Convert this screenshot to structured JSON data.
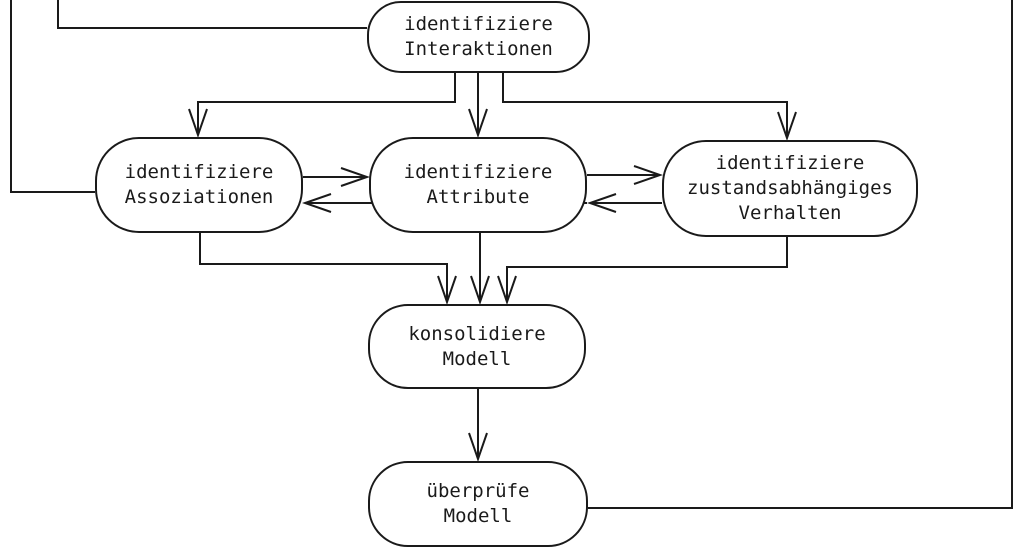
{
  "diagram": {
    "background_color": "#ffffff",
    "line_color": "#1a1a1a",
    "nodes": {
      "interaktionen": {
        "line1": "identifiziere",
        "line2": "Interaktionen"
      },
      "assoziationen": {
        "line1": "identifiziere",
        "line2": "Assoziationen"
      },
      "attribute": {
        "line1": "identifiziere",
        "line2": "Attribute"
      },
      "verhalten": {
        "line1": "identifiziere",
        "line2": "zustandsabhängiges",
        "line3": "Verhalten"
      },
      "konsolidiere": {
        "line1": "konsolidiere",
        "line2": "Modell"
      },
      "ueberpruefe": {
        "line1": "überprüfe",
        "line2": "Modell"
      }
    },
    "edges": [
      {
        "from": "identifiziere Interaktionen",
        "to": "identifiziere Assoziationen",
        "arrow": true
      },
      {
        "from": "identifiziere Interaktionen",
        "to": "identifiziere Attribute",
        "arrow": true
      },
      {
        "from": "identifiziere Interaktionen",
        "to": "identifiziere zustandsabhängiges Verhalten",
        "arrow": true
      },
      {
        "from": "identifiziere Assoziationen",
        "to": "identifiziere Attribute",
        "arrow": true
      },
      {
        "from": "identifiziere Attribute",
        "to": "identifiziere Assoziationen",
        "arrow": true
      },
      {
        "from": "identifiziere Attribute",
        "to": "identifiziere zustandsabhängiges Verhalten",
        "arrow": true
      },
      {
        "from": "identifiziere zustandsabhängiges Verhalten",
        "to": "identifiziere Attribute",
        "arrow": true
      },
      {
        "from": "identifiziere Assoziationen",
        "to": "konsolidiere Modell",
        "arrow": true
      },
      {
        "from": "identifiziere Attribute",
        "to": "konsolidiere Modell",
        "arrow": true
      },
      {
        "from": "identifiziere zustandsabhängiges Verhalten",
        "to": "konsolidiere Modell",
        "arrow": true
      },
      {
        "from": "konsolidiere Modell",
        "to": "überprüfe Modell",
        "arrow": true
      },
      {
        "from": "überprüfe Modell",
        "to": "offscreen-top (right side feedback)",
        "arrow": false
      },
      {
        "from": "identifiziere Interaktionen",
        "to": "offscreen-top (left side)",
        "arrow": false
      },
      {
        "from": "identifiziere Assoziationen",
        "to": "offscreen-top (far left side)",
        "arrow": false
      }
    ]
  }
}
